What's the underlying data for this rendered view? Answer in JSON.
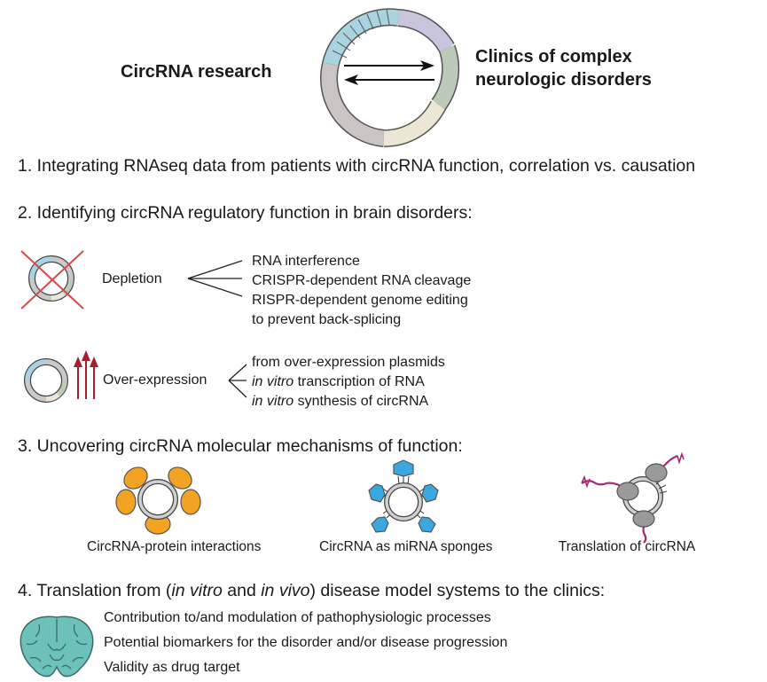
{
  "header": {
    "left_label": "CircRNA research",
    "right_label_line1": "Clinics of complex",
    "right_label_line2": "neurologic disorders"
  },
  "sections": {
    "s1": "1. Integrating RNAseq data from patients with circRNA function, correlation vs. causation",
    "s2": "2. Identifying circRNA regulatory function in brain disorders:",
    "s3": "3. Uncovering circRNA molecular mechanisms of function:",
    "s4": {
      "prefix": "4. Translation from (",
      "in_vitro": "in vitro",
      "and": " and ",
      "in_vivo": "in vivo",
      "suffix": ") disease model systems to the clinics:"
    }
  },
  "depletion": {
    "label": "Depletion",
    "methods": [
      "RNA interference",
      "CRISPR-dependent RNA cleavage",
      "RISPR-dependent genome editing",
      "to prevent back-splicing"
    ]
  },
  "overexpression": {
    "label": "Over-expression",
    "method1": "from over-expression plasmids",
    "method2_italic": "in vitro",
    "method2_rest": " transcription of RNA",
    "method3_italic": "in vitro",
    "method3_rest": " synthesis of circRNA"
  },
  "mechanisms": {
    "protein": "CircRNA-protein interactions",
    "sponge": "CircRNA as miRNA sponges",
    "translation": "Translation of circRNA"
  },
  "clinics": {
    "items": [
      "Contribution to/and modulation of pathophysiologic processes",
      "Potential biomarkers for the disorder and/or disease progression",
      "Validity as drug target"
    ]
  },
  "colors": {
    "ring_blue": "#a9d3e0",
    "ring_lavender": "#c8c5dc",
    "ring_sage": "#bccab8",
    "ring_cream": "#ebe7d4",
    "ring_taupe": "#cbc4c4",
    "ring_gray": "#c9c9c9",
    "cross_red": "#d84a4a",
    "arrow_red": "#a3202c",
    "protein_orange": "#f2a324",
    "mirna_blue": "#3aa8df",
    "ribosome_gray": "#9a9a9a",
    "peptide_magenta": "#a8286e",
    "brain_teal": "#6cc2bb"
  }
}
